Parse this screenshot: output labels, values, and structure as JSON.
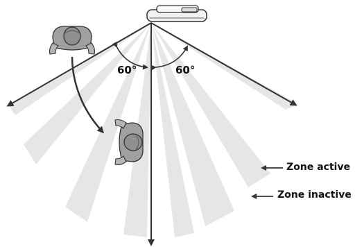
{
  "angles": {
    "left": "60°",
    "right": "60°"
  },
  "legend": {
    "active": "Zone active",
    "inactive": "Zone inactive"
  },
  "colors": {
    "active_zone": "#e6e6e6",
    "inactive_zone": "#ffffff",
    "arrow": "#333333",
    "person": "#9a9a9a",
    "sensor": "#f2f2f2"
  },
  "icons": {
    "sensor": "ceiling-sensor-icon",
    "person_start": "person-topview-icon",
    "person_end": "person-topview-icon"
  }
}
